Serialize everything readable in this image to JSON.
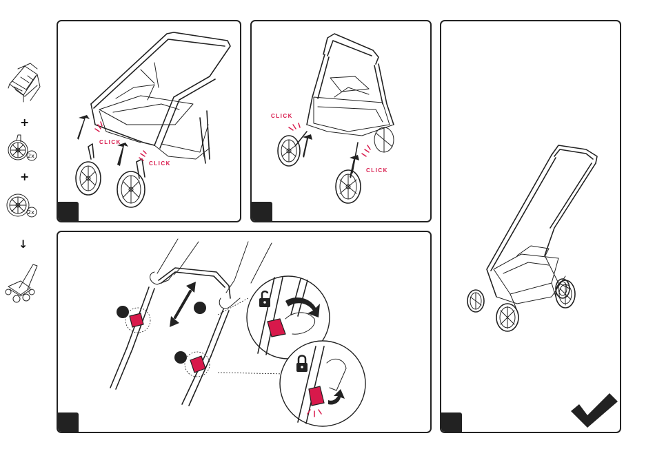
{
  "sidebar": {
    "symbols": {
      "plus_1": "+",
      "plus_2": "+",
      "arrow": "↓"
    },
    "badges": {
      "front_wheel_count": "2x",
      "rear_wheel_count": "2x"
    }
  },
  "panels": {
    "top_left": {
      "click_1": "CLICK",
      "click_2": "CLICK"
    },
    "top_middle": {
      "click_1": "CLICK",
      "click_2": "CLICK"
    }
  },
  "colors": {
    "accent": "#d8194b",
    "line": "#222222",
    "step_badge": "#222222"
  },
  "icons": [
    "unlock-icon",
    "lock-icon",
    "checkmark-icon",
    "click-arrow-icon",
    "double-arrow-icon"
  ]
}
